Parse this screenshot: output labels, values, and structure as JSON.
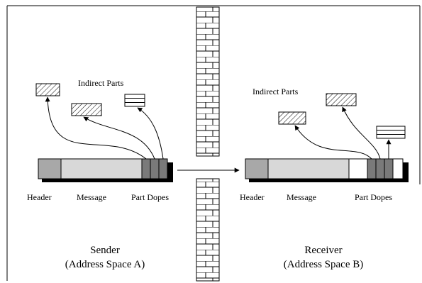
{
  "colors": {
    "header_block": "#a8a8a8",
    "message_block": "#d8d8d8",
    "dope_block": "#7a7a7a",
    "shadow": "#000000",
    "stroke": "#000000"
  },
  "sender": {
    "indirect_parts_label": "Indirect Parts",
    "header_label": "Header",
    "message_label": "Message",
    "part_dopes_label": "Part Dopes",
    "name": "Sender",
    "address_space": "(Address Space A)"
  },
  "receiver": {
    "indirect_parts_label": "Indirect Parts",
    "header_label": "Header",
    "message_label": "Message",
    "part_dopes_label": "Part Dopes",
    "name": "Receiver",
    "address_space": "(Address Space B)"
  }
}
